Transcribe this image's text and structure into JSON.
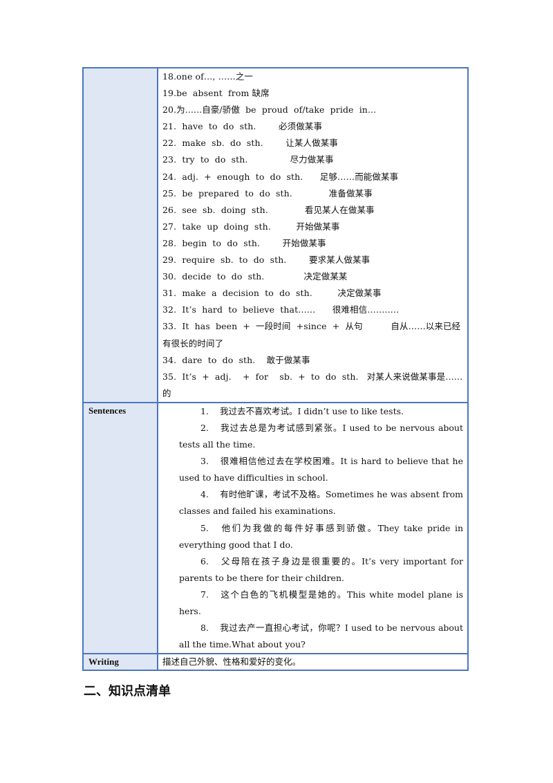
{
  "phrases": [
    "18.one of…, ……之一",
    "19.be  absent  from 缺席",
    "20.为......自豪/骄傲  be  proud  of/take  pride  in...",
    "21.  have  to  do  sth.        必须做某事",
    "22.  make  sb.  do  sth.        让某人做某事",
    "23.  try  to  do  sth.               尽力做某事",
    "24.  adj.  +  enough  to  do  sth.      足够……而能做某事",
    "25.  be  prepared  to  do  sth.             准备做某事",
    "26.  see  sb.  doing  sth.             看见某人在做某事",
    "27.  take  up  doing  sth.         开始做某事",
    "28.  begin  to  do  sth.        开始做某事",
    "29.  require  sb.  to  do  sth.        要求某人做某事",
    "30.  decide  to  do  sth.              决定做某某",
    "31.  make  a  decision  to  do  sth.         决定做某事",
    "32.  It’s  hard  to  believe  that……      很难相信………..",
    "33.  It  has  been  +  一段时间  +since  +  从句          自从……以来已经有很长的时间了",
    "34.  dare  to  do  sth.    敢于做某事",
    "35.  It’s  +  adj.    +  for    sb.  +  to  do  sth.   对某人来说做某事是……的"
  ],
  "sentences_label": "Sentences",
  "sentences": [
    {
      "num": "1.",
      "text": "我过去不喜欢考试。I  didn’t  use  to  like  tests."
    },
    {
      "num": "2.",
      "text": "我过去总是为考试感到紧张。I  used  to  be  nervous  about  tests  all  the  time."
    },
    {
      "num": "3.",
      "text": "很难相信他过去在学校困难。It  is  hard  to  believe  that  he  used  to  have  difficulties  in  school."
    },
    {
      "num": "4.",
      "text": "有时他旷课，考试不及格。Sometimes  he  was  absent  from  classes  and  failed  his  examinations."
    },
    {
      "num": "5.",
      "text": "他们为我做的每件好事感到骄傲。They  take  pride  in  everything  good  that  I  do."
    },
    {
      "num": "6.",
      "text": "父母陪在孩子身边是很重要的。It’s  very  important  for  parents  to  be  there  for  their  children."
    },
    {
      "num": "7.",
      "text": "这个白色的飞机模型是她的。This white model plane is hers."
    },
    {
      "num": "8.",
      "text": "我过去产一直担心考试，你呢？I  used  to  be  nervous  about  all  the  time.What  about  you?"
    }
  ],
  "writing_label": "Writing",
  "writing_text": "描述自己外貌、性格和爱好的变化。",
  "section_title": "二、知识点清单",
  "colors": {
    "border": "#4a76bd",
    "label_bg": "#dfe7f4"
  }
}
